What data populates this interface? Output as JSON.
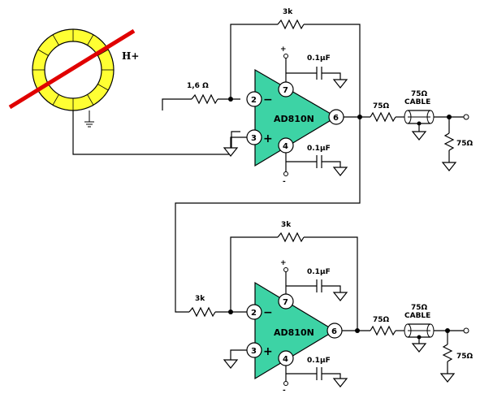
{
  "colors": {
    "core_fill": "#ffff33",
    "core_stroke": "#000000",
    "wire_red": "#e00000",
    "amp_fill": "#3dd3a5"
  },
  "core": {
    "field_label": "H+"
  },
  "stage1": {
    "input_resistor": "1,6 Ω",
    "feedback_resistor": "3k",
    "amp_name": "AD810N",
    "pins": {
      "inv": "2",
      "noninv": "3",
      "vpos": "7",
      "vneg": "4",
      "out": "6"
    },
    "inv_sign": "−",
    "noninv_sign": "+",
    "supply_pos": "+",
    "supply_neg": "-",
    "cap_top": "0.1μF",
    "cap_bottom": "0.1μF",
    "series_resistor": "75Ω",
    "cable_value": "75Ω",
    "cable_label": "CABLE",
    "load_resistor": "75Ω"
  },
  "stage2": {
    "input_resistor": "3k",
    "feedback_resistor": "3k",
    "amp_name": "AD810N",
    "pins": {
      "inv": "2",
      "noninv": "3",
      "vpos": "7",
      "vneg": "4",
      "out": "6"
    },
    "inv_sign": "−",
    "noninv_sign": "+",
    "supply_pos": "+",
    "supply_neg": "-",
    "cap_top": "0.1μF",
    "cap_bottom": "0.1μF",
    "series_resistor": "75Ω",
    "cable_value": "75Ω",
    "cable_label": "CABLE",
    "load_resistor": "75Ω"
  }
}
